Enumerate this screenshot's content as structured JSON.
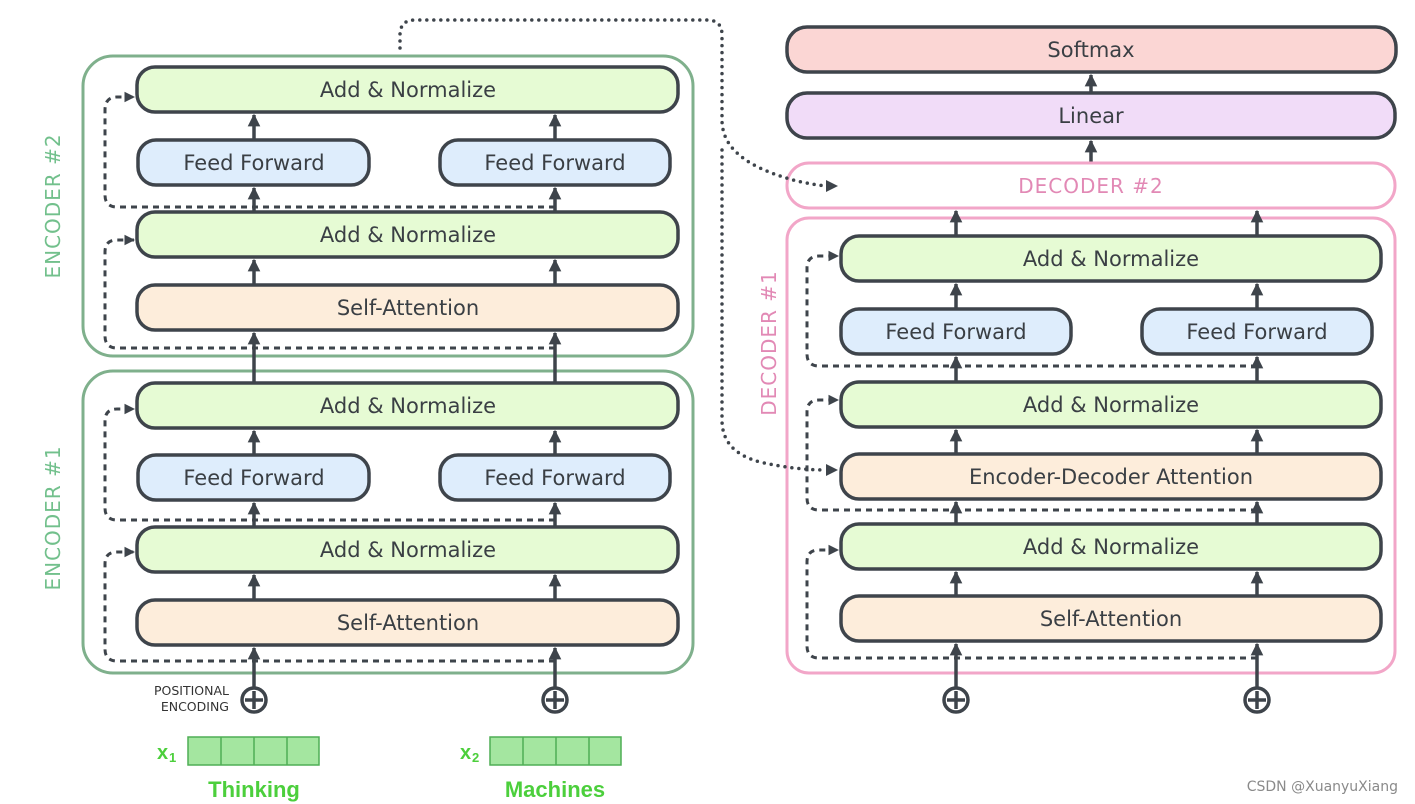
{
  "colors": {
    "encoder_border": "#7fb08c",
    "decoder_border": "#f2a6c8",
    "addnorm_fill": "#e6fbd4",
    "feedforward_fill": "#deedfc",
    "attention_fill": "#fdeddb",
    "linear_fill": "#f1dcf8",
    "softmax_fill": "#fbd6d4",
    "token_fill": "#a4e6a0",
    "token_text": "#4ccf3c",
    "encoder_label": "#72c08c",
    "decoder_label": "#e289b5",
    "box_stroke": "#3e444b"
  },
  "encoder": {
    "stack2_label": "ENCODER #2",
    "stack1_label": "ENCODER #1",
    "add_normalize": "Add & Normalize",
    "feed_forward": "Feed Forward",
    "self_attention": "Self-Attention"
  },
  "decoder": {
    "stack1_label": "DECODER #1",
    "stack2_label": "DECODER #2",
    "add_normalize": "Add & Normalize",
    "feed_forward": "Feed Forward",
    "encdec_attention": "Encoder-Decoder Attention",
    "self_attention": "Self-Attention"
  },
  "output": {
    "linear": "Linear",
    "softmax": "Softmax"
  },
  "positional_encoding": {
    "line1": "POSITIONAL",
    "line2": "ENCODING"
  },
  "inputs": [
    {
      "var": "x",
      "sub": "1",
      "word": "Thinking"
    },
    {
      "var": "x",
      "sub": "2",
      "word": "Machines"
    }
  ],
  "watermark": "CSDN @XuanyuXiang"
}
